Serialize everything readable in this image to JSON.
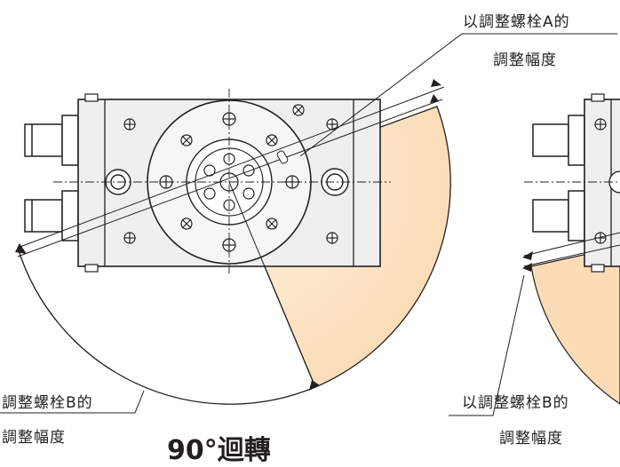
{
  "labels": {
    "adjust_a_line1": "以調整螺栓A的",
    "adjust_a_line2": "調整幅度",
    "adjust_b_left_line1": "調整螺栓B的",
    "adjust_b_left_line2": "調整幅度",
    "adjust_b_right_line1": "以調整螺栓B的",
    "adjust_b_right_line2": "調整幅度",
    "rotation_title": "90°迴轉"
  },
  "colors": {
    "line": "#231f20",
    "body_fill": "#eeeeee",
    "sector_fill": "#fbe2c4",
    "white": "#ffffff"
  }
}
